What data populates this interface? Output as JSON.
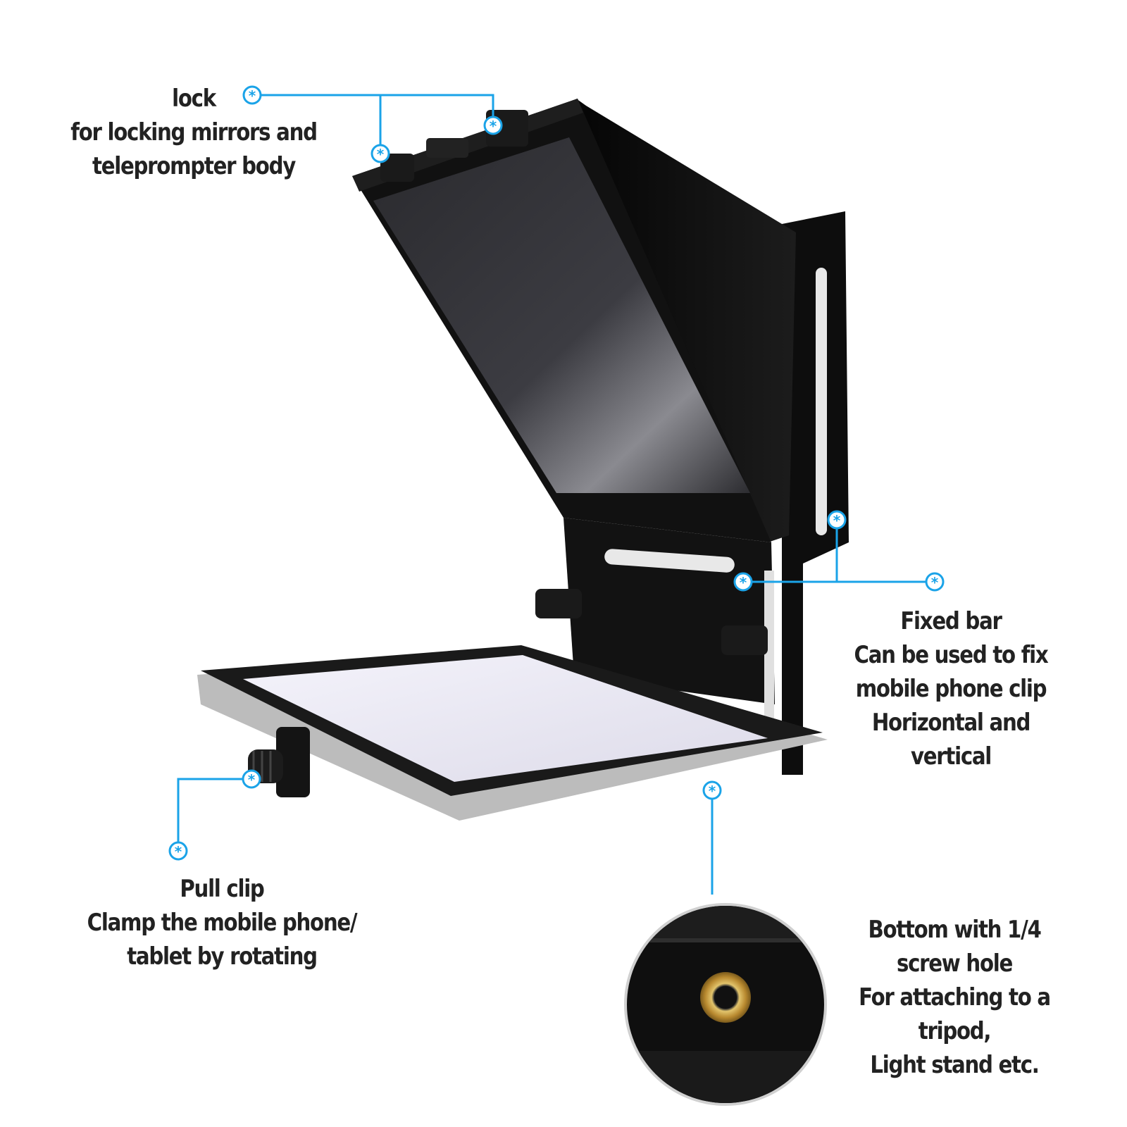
{
  "colors": {
    "callout": "#1aa3e8",
    "device_body": "#141414",
    "mirror_glass": "#3a3a3f",
    "tablet_screen": "#ecebf5",
    "brass": "#c8a04a"
  },
  "callouts": [
    {
      "id": "lock",
      "lines": [
        "lock",
        "for locking mirrors and",
        "teleprompter body"
      ]
    },
    {
      "id": "fixed_bar",
      "lines": [
        "Fixed bar",
        "Can be used to fix",
        "mobile phone clip",
        "Horizontal and",
        "vertical"
      ]
    },
    {
      "id": "pull_clip",
      "lines": [
        "Pull clip",
        "Clamp the mobile phone/",
        "tablet by rotating"
      ]
    },
    {
      "id": "bottom",
      "lines": [
        "Bottom with 1/4",
        "screw hole",
        "For attaching to a",
        "tripod,",
        "Light stand etc."
      ]
    }
  ]
}
